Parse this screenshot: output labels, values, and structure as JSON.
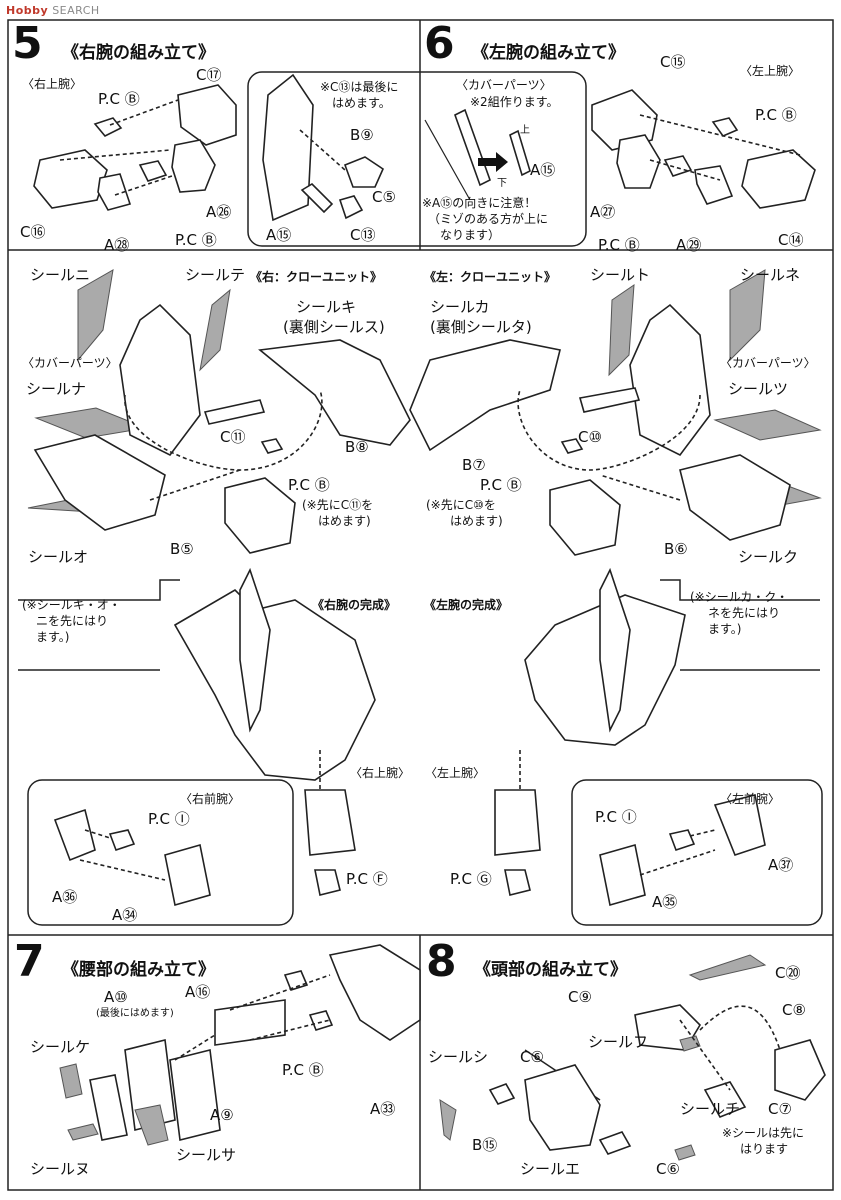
{
  "watermark": {
    "brand": "Hobby",
    "rest": "SEARCH"
  },
  "step5": {
    "num": "5",
    "title": "《右腕の組み立て》",
    "upper_arm": "〈右上腕〉",
    "labels": {
      "c17": "C⑰",
      "pcb1": "P.C Ⓑ",
      "c16": "C⑯",
      "a26": "A㉖",
      "a28": "A㉘",
      "pcb2": "P.C Ⓑ"
    }
  },
  "inset": {
    "note1a": "※C⑬は最後に",
    "note1b": "はめます。",
    "cover_title": "〈カバーパーツ〉",
    "cover_sub": "※2組作ります。",
    "b9": "B⑨",
    "c5": "C⑤",
    "a15a": "A⑮",
    "c13": "C⑬",
    "a15b": "A⑮",
    "up": "上",
    "down": "下",
    "warn1": "※A⑮の向きに注意！",
    "warn2": "（ミゾのある方が上に",
    "warn3": "なります）"
  },
  "step6": {
    "num": "6",
    "title": "《左腕の組み立て》",
    "upper_arm": "〈左上腕〉",
    "labels": {
      "c15": "C⑮",
      "pcb1": "P.C Ⓑ",
      "a27": "A㉗",
      "pcb2": "P.C Ⓑ",
      "a29": "A㉙",
      "c14": "C⑭"
    }
  },
  "claw_right": {
    "title": "《右：クローユニット》",
    "seal_ni": "シールニ",
    "seal_te": "シールテ",
    "seal_ki": "シールキ",
    "seal_su": "(裏側シールス)",
    "cover": "〈カバーパーツ〉",
    "seal_na": "シールナ",
    "c11": "C⑪",
    "b8": "B⑧",
    "pcb": "P.C Ⓑ",
    "note1": "(※先にC⑪を",
    "note2": "はめます)",
    "b5": "B⑤",
    "seal_o": "シールオ"
  },
  "claw_left": {
    "title": "《左：クローユニット》",
    "seal_to": "シールト",
    "seal_ne": "シールネ",
    "seal_ka": "シールカ",
    "seal_ta": "(裏側シールタ)",
    "cover": "〈カバーパーツ〉",
    "seal_tsu": "シールツ",
    "c10": "C⑩",
    "b7": "B⑦",
    "pcb": "P.C Ⓑ",
    "note1": "(※先にC⑩を",
    "note2": "はめます)",
    "b6": "B⑥",
    "seal_ku": "シールク"
  },
  "complete": {
    "right_title": "《右腕の完成》",
    "left_title": "《左腕の完成》",
    "right_note1": "(※シールキ・オ・",
    "right_note2": "ニを先にはり",
    "right_note3": "ます。)",
    "left_note1": "(※シールカ・ク・",
    "left_note2": "ネを先にはり",
    "left_note3": "ます。)",
    "right_upper": "〈右上腕〉",
    "left_upper": "〈左上腕〉",
    "right_fore": "〈右前腕〉",
    "left_fore": "〈左前腕〉",
    "r_pci": "P.C Ⓘ",
    "r_a36": "A㊱",
    "r_a34": "A㉞",
    "r_pcf": "P.C Ⓕ",
    "l_pci": "P.C Ⓘ",
    "l_a37": "A㊲",
    "l_a35": "A㉟",
    "l_pcg": "P.C Ⓖ"
  },
  "step7": {
    "num": "7",
    "title": "《腰部の組み立て》",
    "a10": "A⑩",
    "a10_note": "(最後にはめます)",
    "a16": "A⑯",
    "seal_ke": "シールケ",
    "pcb": "P.C Ⓑ",
    "a33": "A㉝",
    "a9": "A⑨",
    "seal_nu": "シールヌ",
    "seal_sa": "シールサ"
  },
  "step8": {
    "num": "8",
    "title": "《頭部の組み立て》",
    "c20": "C⑳",
    "c9": "C⑨",
    "c8": "C⑧",
    "seal_fu": "シールフ",
    "seal_shi": "シールシ",
    "c6a": "C⑥",
    "seal_chi": "シールチ",
    "c7": "C⑦",
    "b15": "B⑮",
    "note1": "※シールは先に",
    "note2": "はります",
    "seal_e": "シールエ",
    "c6b": "C⑥"
  }
}
